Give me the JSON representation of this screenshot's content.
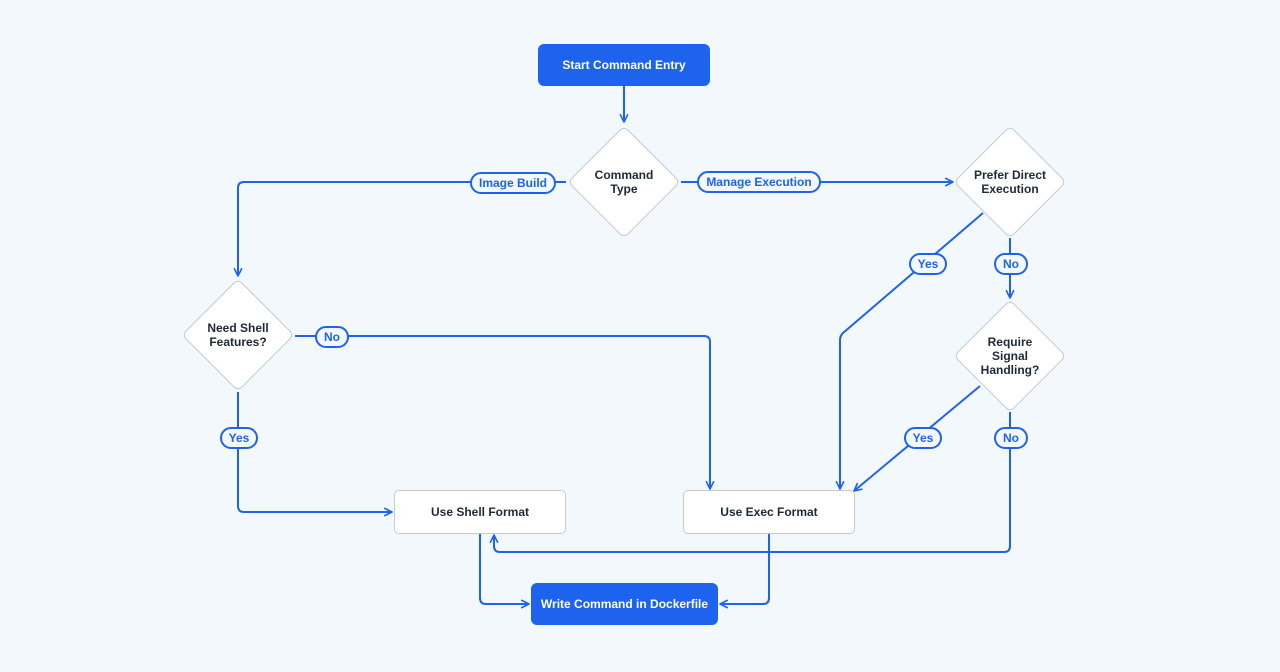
{
  "colors": {
    "accent": "#1d63ed",
    "background": "#f3f8fd",
    "node_border": "#c4cbd3"
  },
  "nodes": {
    "start": "Start Command Entry",
    "command_type": "Command\nType",
    "prefer_direct": "Prefer Direct\nExecution",
    "need_shell": "Need Shell\nFeatures?",
    "require_signal": "Require\nSignal\nHandling?",
    "shell_format": "Use Shell Format",
    "exec_format": "Use Exec Format",
    "write_command": "Write Command in Dockerfile"
  },
  "edge_labels": {
    "image_build": "Image Build",
    "manage_execution": "Manage Execution",
    "prefer_yes": "Yes",
    "prefer_no": "No",
    "shell_no": "No",
    "shell_yes": "Yes",
    "signal_yes": "Yes",
    "signal_no": "No"
  }
}
